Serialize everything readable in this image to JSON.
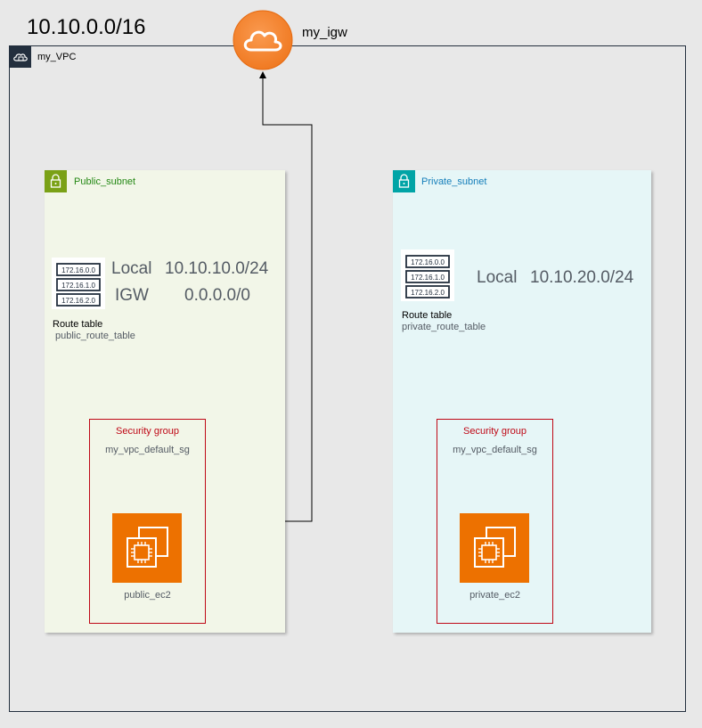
{
  "vpc": {
    "cidr": "10.10.0.0/16",
    "name": "my_VPC",
    "icon": "vpc-cloud-icon"
  },
  "igw": {
    "name": "my_igw",
    "icon": "cloud-icon",
    "color": "#f58534"
  },
  "public_subnet": {
    "title": "Public_subnet",
    "color": "#7aa116",
    "route_table": {
      "label": "Route table",
      "name": "public_route_table",
      "icon_rows": [
        "172.16.0.0",
        "172.16.1.0",
        "172.16.2.0"
      ],
      "routes": [
        {
          "target": "Local",
          "dest": "10.10.10.0/24"
        },
        {
          "target": "IGW",
          "dest": "0.0.0.0/0"
        }
      ]
    },
    "security_group": {
      "title": "Security group",
      "name": "my_vpc_default_sg"
    },
    "ec2": {
      "name": "public_ec2",
      "icon": "ec2-instance-icon"
    }
  },
  "private_subnet": {
    "title": "Private_subnet",
    "color": "#00a4a6",
    "route_table": {
      "label": "Route table",
      "name": "private_route_table",
      "icon_rows": [
        "172.16.0.0",
        "172.16.1.0",
        "172.16.2.0"
      ],
      "routes": [
        {
          "target": "Local",
          "dest": "10.10.20.0/24"
        }
      ]
    },
    "security_group": {
      "title": "Security group",
      "name": "my_vpc_default_sg"
    },
    "ec2": {
      "name": "private_ec2",
      "icon": "ec2-instance-icon"
    }
  }
}
